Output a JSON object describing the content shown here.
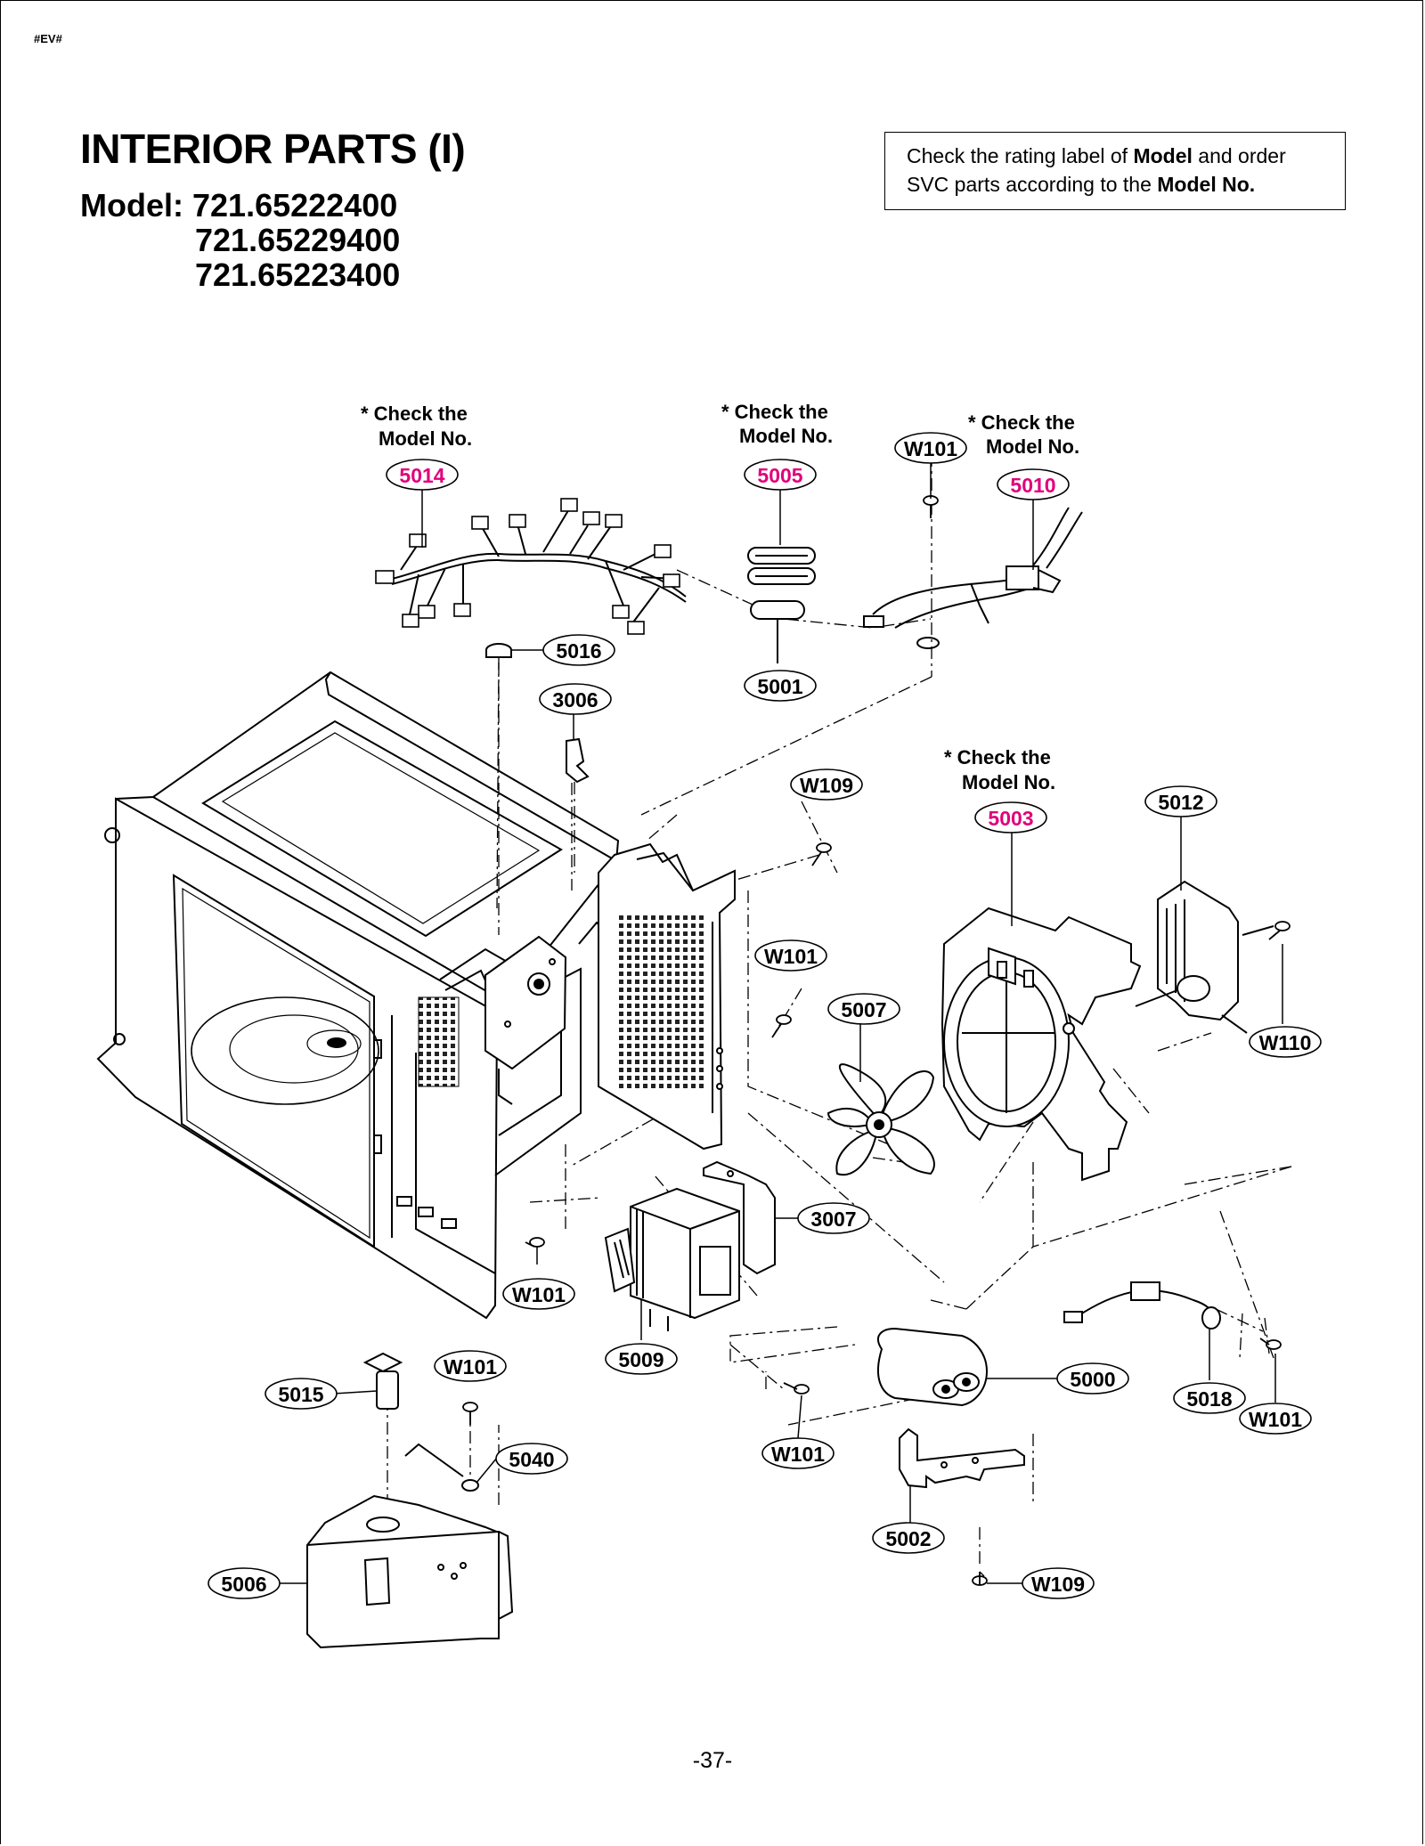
{
  "header": {
    "tag": "#EV#",
    "title": "INTERIOR PARTS (I)",
    "model_prefix": "Model:",
    "models": [
      "721.65222400",
      "721.65229400",
      "721.65223400"
    ]
  },
  "note": {
    "line1_a": "Check the rating label of ",
    "line1_bold": "Model",
    "line1_b": " and order",
    "line2_a": "SVC parts according to the ",
    "line2_bold": "Model No."
  },
  "check_note": {
    "line1": "* Check the",
    "line2": "Model No."
  },
  "colors": {
    "highlight_text": "#e0007a",
    "line": "#000000"
  },
  "callouts": [
    {
      "id": "5014",
      "highlight": true
    },
    {
      "id": "5005",
      "highlight": true
    },
    {
      "id": "W101",
      "highlight": false
    },
    {
      "id": "5010",
      "highlight": true
    },
    {
      "id": "5016",
      "highlight": false
    },
    {
      "id": "3006",
      "highlight": false
    },
    {
      "id": "5001",
      "highlight": false
    },
    {
      "id": "W109",
      "highlight": false
    },
    {
      "id": "5003",
      "highlight": true
    },
    {
      "id": "5012",
      "highlight": false
    },
    {
      "id": "W101",
      "highlight": false
    },
    {
      "id": "5007",
      "highlight": false
    },
    {
      "id": "W110",
      "highlight": false
    },
    {
      "id": "3007",
      "highlight": false
    },
    {
      "id": "W101",
      "highlight": false
    },
    {
      "id": "5009",
      "highlight": false
    },
    {
      "id": "W101",
      "highlight": false
    },
    {
      "id": "5015",
      "highlight": false
    },
    {
      "id": "5040",
      "highlight": false
    },
    {
      "id": "5000",
      "highlight": false
    },
    {
      "id": "5018",
      "highlight": false
    },
    {
      "id": "W101",
      "highlight": false
    },
    {
      "id": "W101",
      "highlight": false
    },
    {
      "id": "5002",
      "highlight": false
    },
    {
      "id": "5006",
      "highlight": false
    },
    {
      "id": "W109",
      "highlight": false
    }
  ],
  "footer": {
    "page_number": "-37-"
  }
}
